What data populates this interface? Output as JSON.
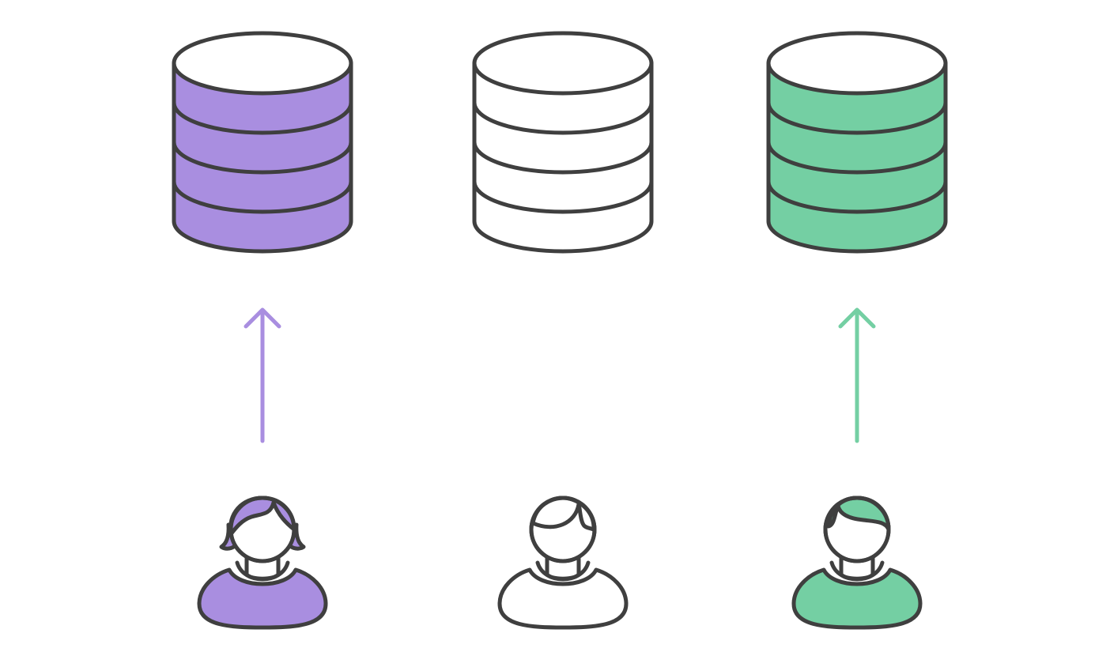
{
  "colors": {
    "outline": "#3f3f3f",
    "purple": "#a98ee0",
    "white": "#ffffff",
    "green": "#74cfa3"
  },
  "columns": [
    {
      "id": "left",
      "database": {
        "icon": "database-icon",
        "fill": "purple"
      },
      "arrow": {
        "icon": "arrow-up-icon",
        "visible": true,
        "color": "purple"
      },
      "user": {
        "icon": "user-female-icon",
        "fill": "purple"
      }
    },
    {
      "id": "center",
      "database": {
        "icon": "database-icon",
        "fill": "white"
      },
      "arrow": {
        "icon": "arrow-up-icon",
        "visible": false,
        "color": "white"
      },
      "user": {
        "icon": "user-male-icon",
        "fill": "white"
      }
    },
    {
      "id": "right",
      "database": {
        "icon": "database-icon",
        "fill": "green"
      },
      "arrow": {
        "icon": "arrow-up-icon",
        "visible": true,
        "color": "green"
      },
      "user": {
        "icon": "user-male-icon",
        "fill": "green"
      }
    }
  ]
}
